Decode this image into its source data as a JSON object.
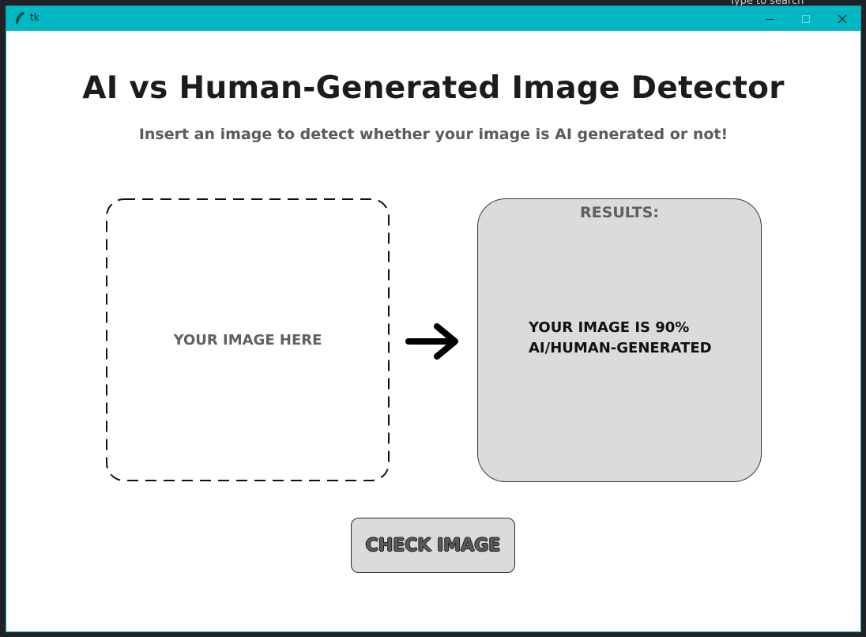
{
  "window": {
    "title": "tk",
    "titlebar_color": "#00b7c3"
  },
  "background": {
    "search_text": "Type  to search"
  },
  "header": {
    "title": "AI vs Human-Generated Image Detector",
    "subtitle": "Insert an image to detect whether your image is AI generated or not!"
  },
  "drop_zone": {
    "label": "YOUR IMAGE HERE"
  },
  "results": {
    "heading": "RESULTS:",
    "line1": "YOUR IMAGE IS 90%",
    "line2": "AI/HUMAN-GENERATED",
    "panel_color": "#dbdbdb"
  },
  "actions": {
    "check_label": "CHECK IMAGE"
  },
  "icons": {
    "app": "feather-icon",
    "arrow": "arrow-right-icon",
    "minimize": "minimize-icon",
    "maximize": "maximize-icon",
    "close": "close-icon"
  }
}
